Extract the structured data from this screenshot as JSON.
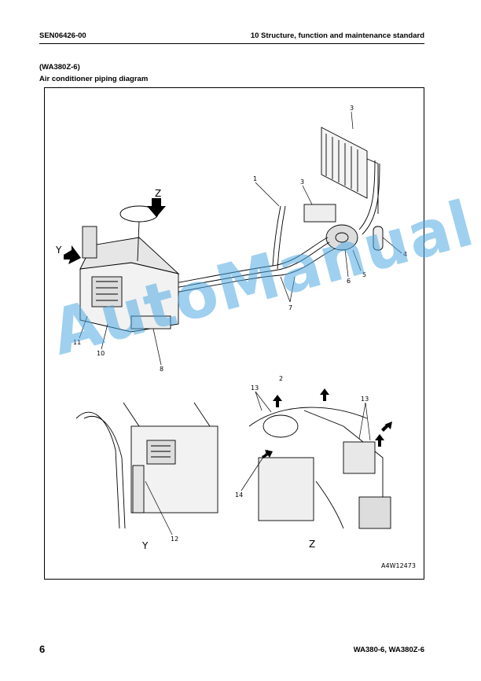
{
  "header": {
    "doc_code": "SEN06426-00",
    "section_title": "10 Structure, function and maintenance standard"
  },
  "subheading": {
    "model": "(WA380Z-6)",
    "title": "Air conditioner piping diagram"
  },
  "diagram": {
    "view_z_top": "Z",
    "view_y_side": "Y",
    "callouts": [
      "1",
      "2",
      "3",
      "3",
      "4",
      "5",
      "6",
      "7",
      "8",
      "10",
      "11",
      "12",
      "13",
      "13",
      "14"
    ],
    "view_y_label": "Y",
    "view_z_label": "Z",
    "figure_id": "A4W12473"
  },
  "watermark": "AutoManual",
  "footer": {
    "page_number": "6",
    "models": "WA380-6, WA380Z-6"
  }
}
